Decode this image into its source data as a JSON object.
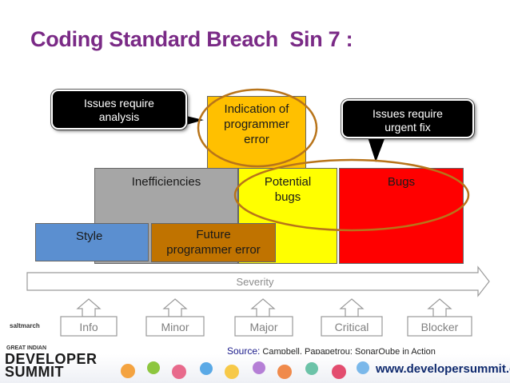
{
  "slide": {
    "title": "Coding Standard Breach  Sin 7 :",
    "boxes": {
      "indication": [
        "Indication of",
        "programmer",
        "error"
      ],
      "inefficiencies": "Inefficiencies",
      "potential_bugs": [
        "Potential",
        "bugs"
      ],
      "bugs": "Bugs",
      "style": "Style",
      "future_error": [
        "Future",
        "programmer error"
      ]
    },
    "callouts": {
      "analysis": [
        "Issues require",
        "analysis"
      ],
      "urgent": [
        "Issues require",
        "urgent fix"
      ]
    },
    "severity_label": "Severity",
    "severity_levels": [
      "Info",
      "Minor",
      "Major",
      "Critical",
      "Blocker"
    ],
    "source": {
      "label": "Source:",
      "text": " Campbell, Papapetrou: SonarQube in Action"
    },
    "footer": {
      "logo_sponsor": "saltmarch",
      "logo_line1": "GREAT INDIAN",
      "logo_line2": "DEVELOPER",
      "logo_line3": "SUMMIT",
      "website": "www.developersummit.com"
    },
    "colors": {
      "title": "#7a2a86",
      "indication": "#ffc000",
      "inefficiencies": "#a6a6a6",
      "potential_bugs": "#ffff00",
      "bugs": "#ff0000",
      "style": "#5b8fd0",
      "future_error": "#c07300",
      "ellipse_stroke": "#b8741a"
    }
  }
}
